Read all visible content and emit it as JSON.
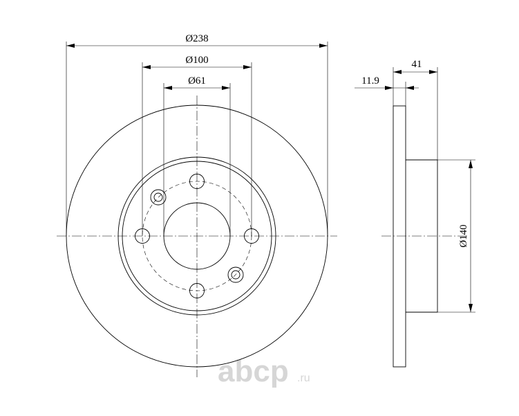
{
  "dimensions": {
    "outer_diameter": "Ø238",
    "bolt_circle_diameter": "Ø100",
    "center_bore_diameter": "Ø61",
    "disc_thickness": "11.9",
    "overall_height": "41",
    "hub_diameter": "Ø140"
  },
  "watermark": {
    "brand": "abcp",
    "domain": ".ru"
  }
}
